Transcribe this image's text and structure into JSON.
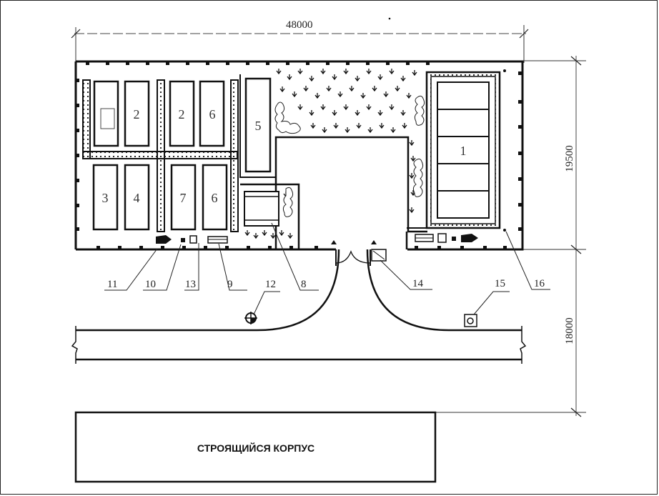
{
  "dimensions": {
    "width": "48000",
    "site_height": "19500",
    "road_offset": "18000"
  },
  "zones": [
    {
      "id": "zone-1",
      "label": "1"
    },
    {
      "id": "zone-2a",
      "label": "2"
    },
    {
      "id": "zone-2b",
      "label": "2"
    },
    {
      "id": "zone-6a",
      "label": "6"
    },
    {
      "id": "zone-5",
      "label": "5"
    },
    {
      "id": "zone-3",
      "label": "3"
    },
    {
      "id": "zone-4",
      "label": "4"
    },
    {
      "id": "zone-7",
      "label": "7"
    },
    {
      "id": "zone-6b",
      "label": "6"
    }
  ],
  "callouts": {
    "c8": "8",
    "c9": "9",
    "c10": "10",
    "c11": "11",
    "c12": "12",
    "c13": "13",
    "c14": "14",
    "c15": "15",
    "c16": "16"
  },
  "building": {
    "label": "СТРОЯЩИЙСЯ КОРПУС"
  },
  "colors": {
    "line": "#111111",
    "background": "#ffffff"
  }
}
